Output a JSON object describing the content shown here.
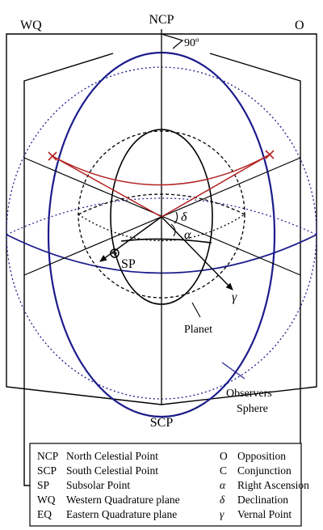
{
  "labels": {
    "ncp": "NCP",
    "scp": "SCP",
    "wq": "WQ",
    "o": "O",
    "angle_90": "90º",
    "delta": "δ",
    "alpha": "α",
    "gamma": "γ",
    "sp": "SP",
    "planet": "Planet",
    "observers_line1": "Observers",
    "observers_line2": "Sphere"
  },
  "legend": {
    "left": [
      {
        "abbr": "NCP",
        "text": "North Celestial Point"
      },
      {
        "abbr": "SCP",
        "text": "South Celestial Point"
      },
      {
        "abbr": "SP",
        "text": "Subsolar Point"
      },
      {
        "abbr": "WQ",
        "text": "Western Quadrature plane"
      },
      {
        "abbr": "EQ",
        "text": "Eastern Quadrature plane"
      }
    ],
    "right": [
      {
        "abbr": "O",
        "text": "Opposition"
      },
      {
        "abbr": "C",
        "text": "Conjunction"
      },
      {
        "abbr": "α",
        "text": "Right Ascension"
      },
      {
        "abbr": "δ",
        "text": "Declination"
      },
      {
        "abbr": "γ",
        "text": "Vernal Point"
      }
    ]
  },
  "colors": {
    "sphere": "#1c1c8c",
    "red_path": "#b22222",
    "ink": "#000000"
  }
}
